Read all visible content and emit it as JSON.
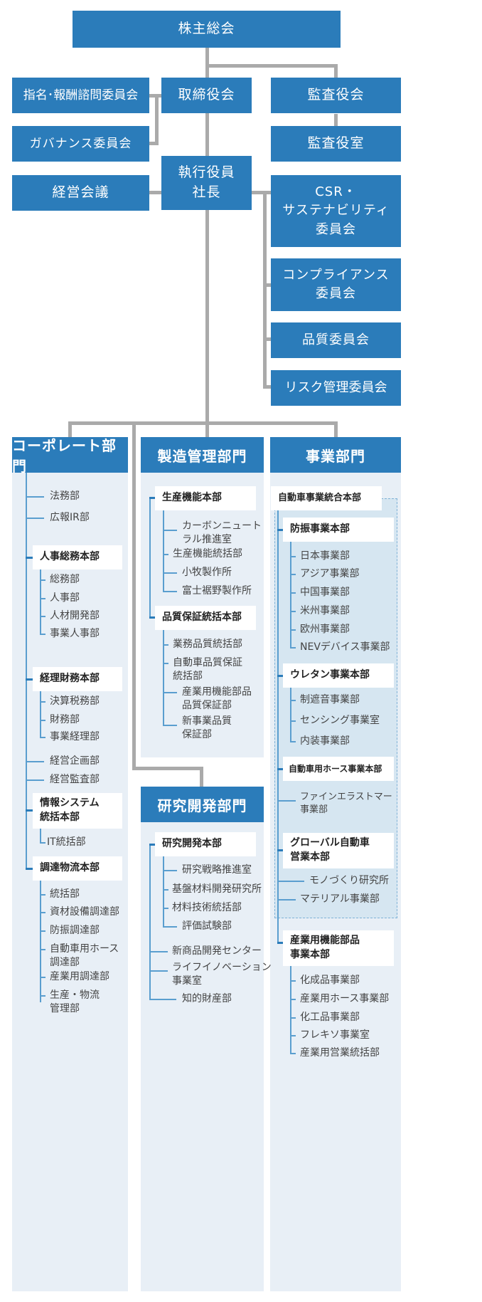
{
  "top": {
    "shareholders": "株主総会",
    "board": "取締役会",
    "audit_board": "監査役会",
    "nomination": "指名･報酬諮問委員会",
    "governance": "ガバナンス委員会",
    "audit_office": "監査役室",
    "management_meeting": "経営会議",
    "executive": [
      "執行役員",
      "社長"
    ],
    "csr": [
      "CSR・",
      "サステナビリティ",
      "委員会"
    ],
    "compliance": [
      "コンプライアンス",
      "委員会"
    ],
    "quality": "品質委員会",
    "risk": "リスク管理委員会"
  },
  "corporate": {
    "title": "コーポレート部門",
    "direct1": [
      "法務部",
      "広報IR部"
    ],
    "hr": {
      "title": "人事総務本部",
      "items": [
        "総務部",
        "人事部",
        "人材開発部",
        "事業人事部"
      ]
    },
    "finance": {
      "title": "経理財務本部",
      "items": [
        "決算税務部",
        "財務部",
        "事業経理部"
      ]
    },
    "direct2": [
      "経営企画部",
      "経営監査部"
    ],
    "is": {
      "title": [
        "情報システム",
        "統括本部"
      ],
      "items": [
        "IT統括部"
      ]
    },
    "procurement": {
      "title": "調達物流本部",
      "items": [
        "統括部",
        "資材設備調達部",
        "防振調達部",
        [
          "自動車用ホース",
          "調達部"
        ],
        "産業用調達部",
        [
          "生産・物流",
          "管理部"
        ]
      ]
    }
  },
  "manufacturing": {
    "title": "製造管理部門",
    "production": {
      "title": "生産機能本部",
      "items": [
        [
          "カーボンニュート",
          "ラル推進室"
        ],
        "生産機能統括部",
        "小牧製作所",
        "富士裾野製作所"
      ]
    },
    "qa": {
      "title": "品質保証統括本部",
      "items": [
        "業務品質統括部",
        [
          "自動車品質保証",
          "統括部"
        ],
        [
          "産業用機能部品",
          "品質保証部"
        ],
        [
          "新事業品質",
          "保証部"
        ]
      ]
    }
  },
  "rnd": {
    "title": "研究開発部門",
    "hq": {
      "title": "研究開発本部",
      "items": [
        "研究戦略推進室",
        "基盤材料開発研究所",
        "材料技術統括部",
        "評価試験部"
      ]
    },
    "direct": [
      "新商品開発センター",
      [
        "ライフイノベーション",
        "事業室"
      ],
      "知的財産部"
    ]
  },
  "business": {
    "title": "事業部門",
    "auto": {
      "title": "自動車事業統合本部",
      "antivib": {
        "title": "防振事業本部",
        "items": [
          "日本事業部",
          "アジア事業部",
          "中国事業部",
          "米州事業部",
          "欧州事業部",
          "NEVデバイス事業部"
        ]
      },
      "urethane": {
        "title": "ウレタン事業本部",
        "items": [
          "制遮音事業部",
          "センシング事業室",
          "内装事業部"
        ]
      },
      "hose": {
        "title": "自動車用ホース事業本部",
        "items": [
          [
            "ファインエラストマー",
            "事業部"
          ]
        ]
      },
      "global": {
        "title": [
          "グローバル自動車",
          "営業本部"
        ],
        "items": [
          "モノづくり研究所",
          "マテリアル事業部"
        ]
      }
    },
    "industrial": {
      "title": [
        "産業用機能部品",
        "事業本部"
      ],
      "items": [
        "化成品事業部",
        "産業用ホース事業部",
        "化工品事業部",
        "フレキソ事業室",
        "産業用営業統括部"
      ]
    }
  }
}
